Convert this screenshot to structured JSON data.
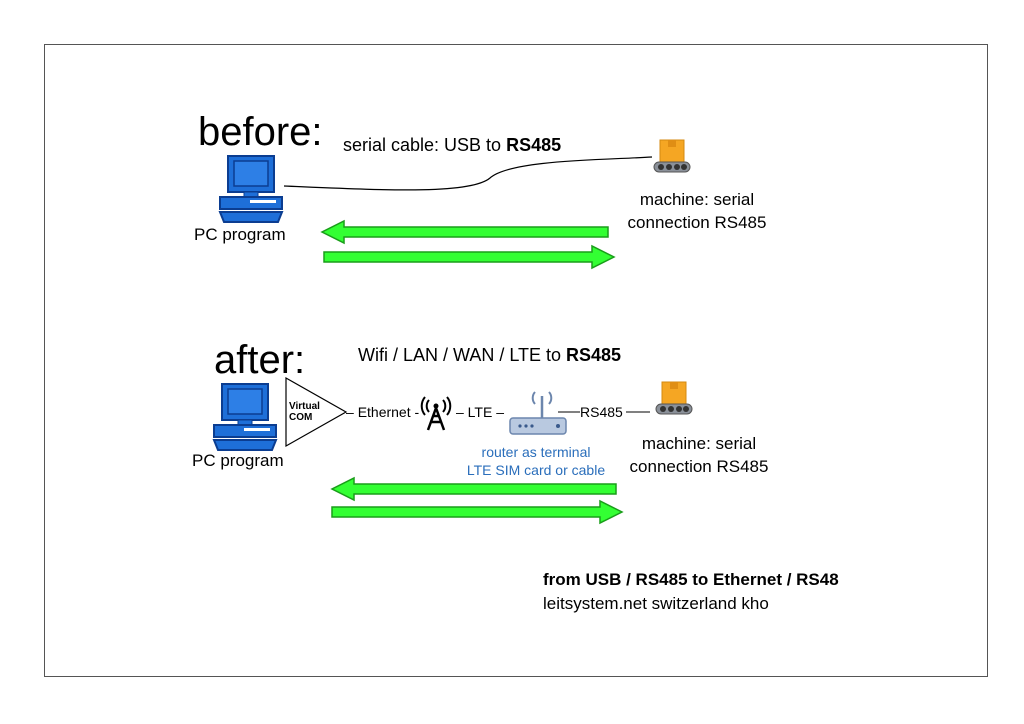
{
  "before": {
    "heading": "before:",
    "cable_label_prefix": "serial cable: USB to ",
    "cable_label_bold": "RS485",
    "pc_label": "PC program",
    "machine_label_line1": "machine: serial",
    "machine_label_line2": "connection RS485"
  },
  "after": {
    "heading": "after:",
    "link_label_prefix": "Wifi / LAN / WAN / LTE to ",
    "link_label_bold": "RS485",
    "pc_label": "PC program",
    "virtual_com_line1": "Virtual",
    "virtual_com_line2": "COM",
    "ethernet_label": "Ethernet -",
    "lte_label": "– LTE –",
    "rs485_label": "RS485",
    "router_line1": "router as terminal",
    "router_line2": "LTE SIM card or cable",
    "machine_label_line1": "machine: serial",
    "machine_label_line2": "connection RS485"
  },
  "footer": {
    "line1": "from USB / RS485 to Ethernet / RS48",
    "line2": "leitsystem.net switzerland kho"
  },
  "colors": {
    "arrow_fill": "#33ff33",
    "arrow_stroke": "#1a9e1a",
    "router_label": "#2a6ebb",
    "pc_blue": "#1e6fd8",
    "box_orange": "#f5a623"
  },
  "icons": [
    "computer-icon",
    "conveyor-box-icon",
    "antenna-tower-icon",
    "router-icon"
  ]
}
